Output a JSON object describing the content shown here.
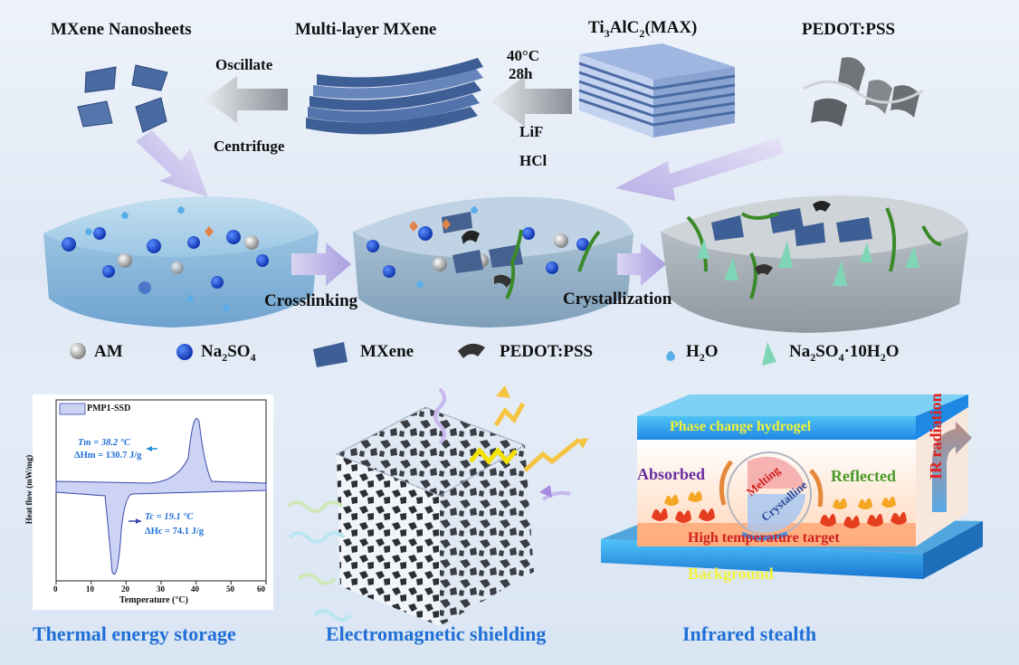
{
  "top": {
    "mxene_nanosheets": "MXene Nanosheets",
    "multilayer_mxene": "Multi-layer MXene",
    "max_phase": {
      "base": "Ti",
      "s1": "3",
      "mid": "AlC",
      "s2": "2",
      "tail": "(MAX)"
    },
    "pedot_pss": "PEDOT:PSS",
    "oscillate": "Oscillate",
    "centrifuge": "Centrifuge",
    "temp": "40°C",
    "time": "28h",
    "lif": "LiF",
    "hcl": "HCl"
  },
  "process": {
    "crosslinking": "Crosslinking",
    "crystallization": "Crystallization"
  },
  "legend": {
    "am": "AM",
    "na2so4": {
      "base": "Na",
      "s1": "2",
      "tail": "SO",
      "s2": "4"
    },
    "mxene": "MXene",
    "pedot": "PEDOT:PSS",
    "h2o": {
      "base": "H",
      "s1": "2",
      "tail": "O"
    },
    "hydrate": {
      "base": "Na",
      "s1": "2",
      "mid": "SO",
      "s2": "4",
      "tail": "·10H",
      "s3": "2",
      "end": "O"
    }
  },
  "dsc": {
    "legend": "PMP1-SSD",
    "ylabel": "Heat flow (mW/mg)",
    "xlabel": "Temperature (°C)",
    "tm": "Tm = 38.2 °C",
    "hm": "ΔHm = 130.7 J/g",
    "tc": "Tc = 19.1 °C",
    "hc": "ΔHc = 74.1 J/g",
    "xticks": [
      "0",
      "10",
      "20",
      "30",
      "40",
      "50",
      "60"
    ]
  },
  "stealth": {
    "phase_change": "Phase change hydrogel",
    "absorbed": "Absorbed",
    "reflected": "Reflected",
    "melting": "Melting",
    "crystalline": "Crystalline",
    "high_temp": "High temperature target",
    "background": "Background",
    "ir_radiation": "IR radiation"
  },
  "captions": {
    "thermal": "Thermal energy storage",
    "emi": "Electromagnetic shielding",
    "infrared": "Infrared stealth"
  },
  "colors": {
    "accent_blue": "#1f6fd6",
    "sheet_blue": "#3e5f95",
    "banner_green": "#f0f23a",
    "ir_red": "#e02020"
  }
}
